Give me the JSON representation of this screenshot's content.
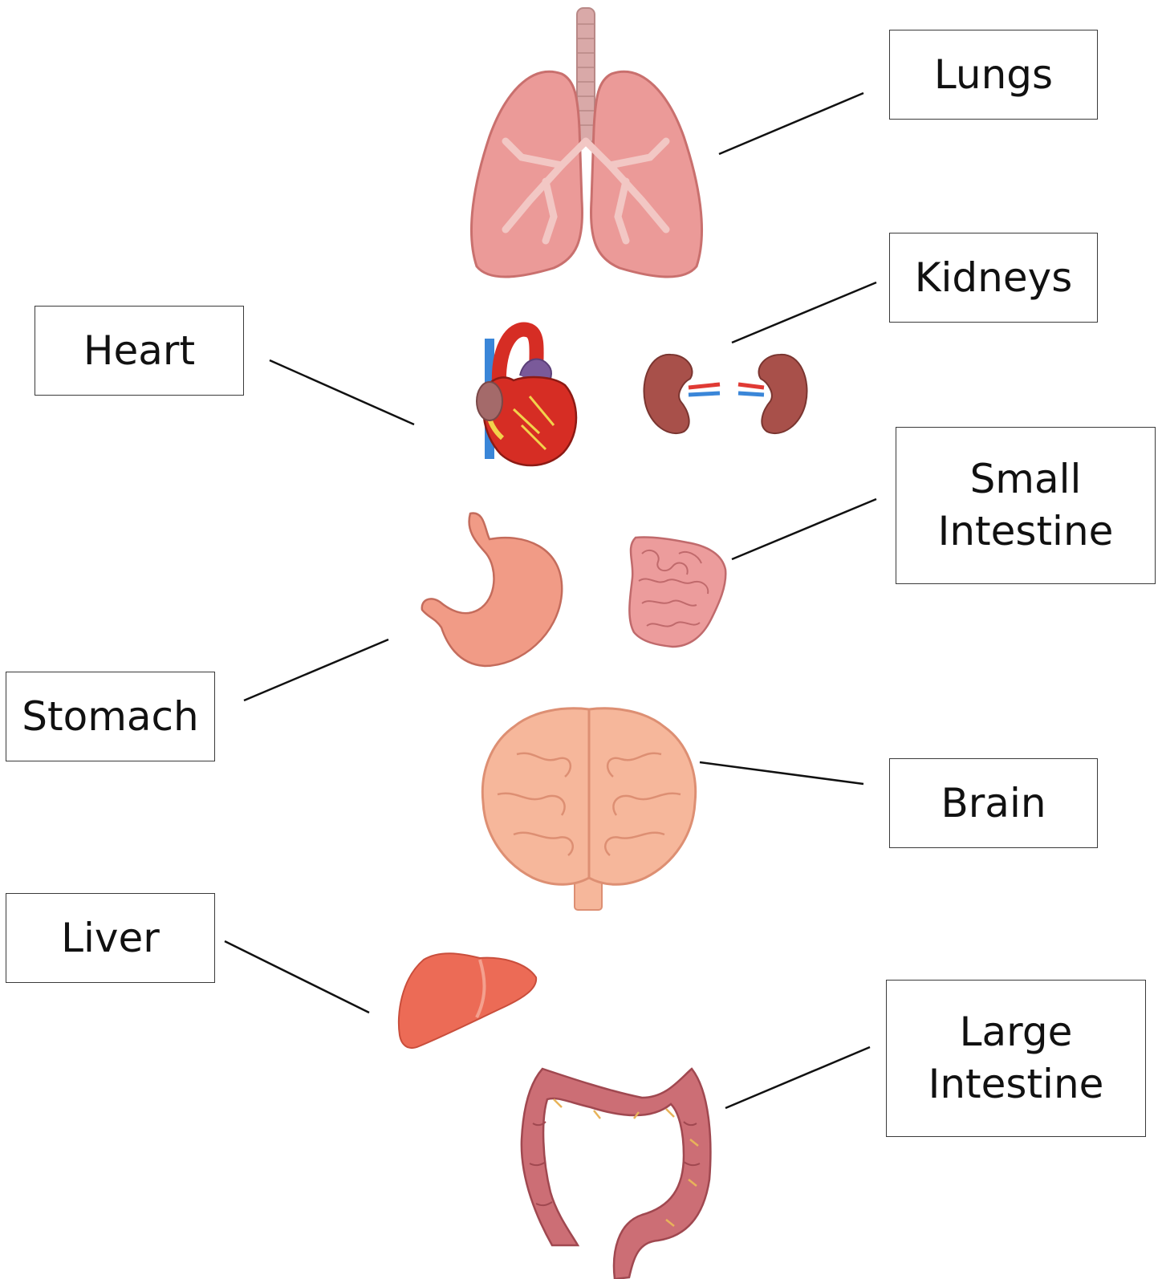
{
  "labels": {
    "lungs": "Lungs",
    "kidneys": "Kidneys",
    "heart": "Heart",
    "small_intestine": [
      "Small",
      "Intestine"
    ],
    "stomach": "Stomach",
    "brain": "Brain",
    "liver": "Liver",
    "large_intestine": [
      "Large",
      "Intestine"
    ]
  },
  "colors": {
    "lungs": "#eb9a98",
    "trachea": "#d9a9a8",
    "heart": "#d62d24",
    "kidneys": "#a8504a",
    "stomach": "#f19b86",
    "small_intestine": "#ec9c9c",
    "brain": "#f6b79b",
    "liver": "#ec6b56",
    "large_intestine": "#cc6e75",
    "leader_line": "#111111",
    "box_border": "#3a3a3a"
  }
}
